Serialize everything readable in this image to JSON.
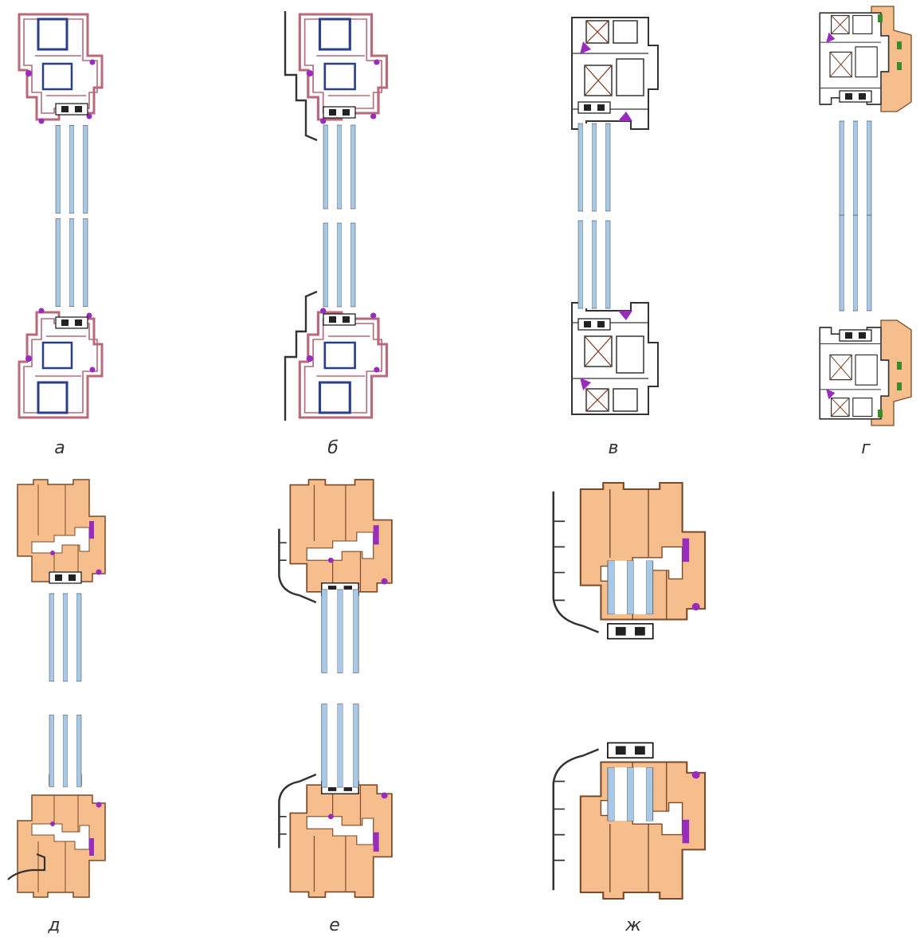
{
  "figure": {
    "labels": {
      "a": "а",
      "b": "б",
      "v": "в",
      "g": "г",
      "d": "д",
      "e": "е",
      "zh": "ж"
    }
  },
  "colors": {
    "pvc_outline": "#b8697a",
    "pvc_fill": "#ffffff",
    "reinforcement": "#2a3f88",
    "glass": "#a8c8e8",
    "spacer": "#222222",
    "gasket": "#9a2bbf",
    "wood": "#f5be8c",
    "wood_outline": "#7a4a2a",
    "aluminium": "#333333",
    "thermal_break": "#7a3a20",
    "seal_green": "#3c8a2a"
  }
}
